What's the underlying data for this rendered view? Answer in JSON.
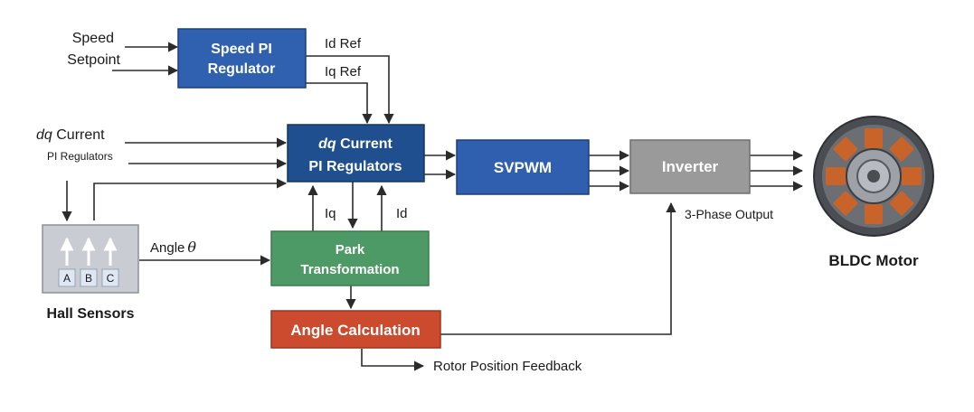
{
  "colors": {
    "dark_blue": "#1f4f8f",
    "blue": "#2f5fae",
    "grey": "#9a9a9a",
    "green": "#4e9a66",
    "red": "#cc4a2d",
    "hall_bg": "#c9ccd2",
    "motor_copper": "#c8642a"
  },
  "blocks": {
    "speed_pi": {
      "line1": "Speed PI",
      "line2": "Regulator"
    },
    "dq_current": {
      "line1_italic": "dq",
      "line1_rest": " Current",
      "line2": "PI Regulators"
    },
    "svpwm": {
      "label": "SVPWM"
    },
    "inverter": {
      "label": "Inverter"
    },
    "park": {
      "line1": "Park",
      "line2": "Transformation"
    },
    "angle_calc": {
      "label": "Angle Calculation"
    }
  },
  "labels": {
    "speed": "Speed",
    "setpoint": "Setpoint",
    "id_ref": "Id Ref",
    "iq_ref": "Iq Ref",
    "dq_current_italic": "dq",
    "dq_current_rest": " Current",
    "pi_regulators": "PI Regulators",
    "iq": "Iq",
    "id": "Id",
    "angle": "Angle",
    "theta": "θ",
    "three_phase": "3-Phase Output",
    "rotor_feedback": "Rotor Position Feedback",
    "hall_sensors": "Hall Sensors",
    "bldc_motor": "BLDC Motor"
  },
  "hall": {
    "channels": [
      "A",
      "B",
      "C"
    ]
  }
}
